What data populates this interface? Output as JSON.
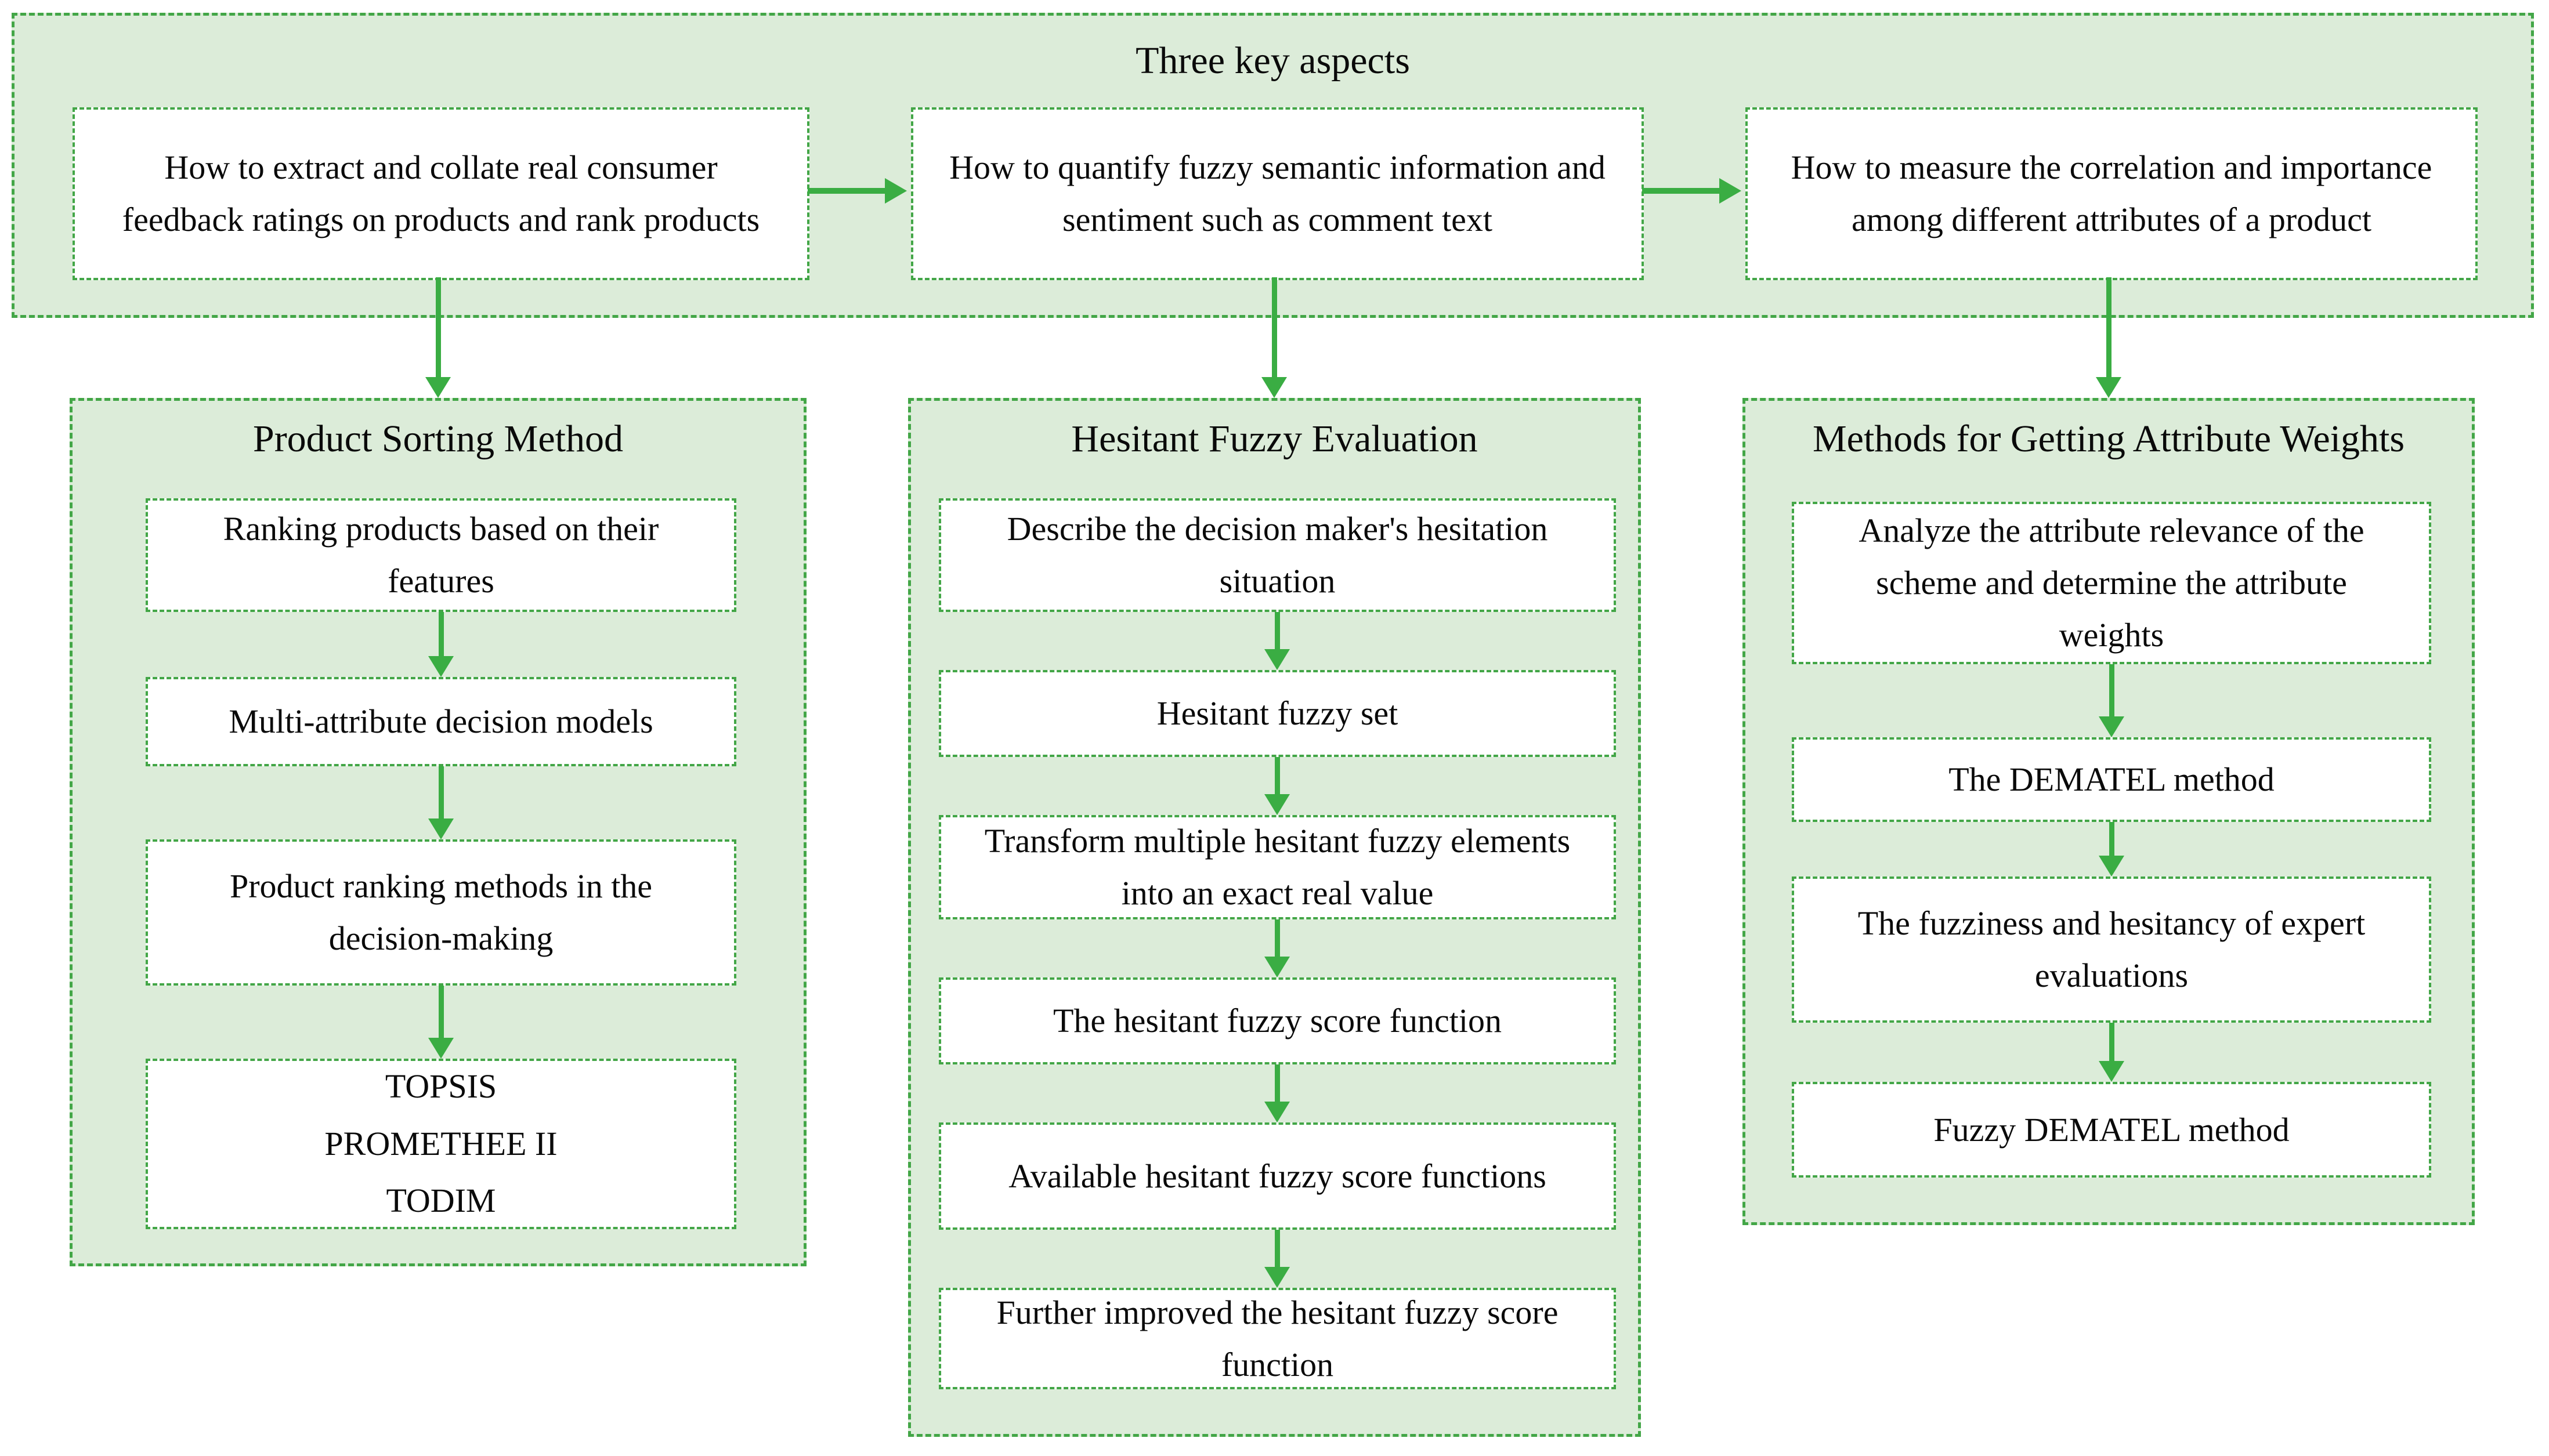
{
  "banner": {
    "title": "Three key aspects",
    "boxes": [
      {
        "text": "How to extract and collate real consumer feedback ratings on products and rank products"
      },
      {
        "text": "How to quantify fuzzy semantic information and sentiment such as comment text"
      },
      {
        "text": "How to measure the correlation and importance among different attributes of a product"
      }
    ]
  },
  "columns": [
    {
      "header": "Product Sorting Method",
      "boxes": [
        "Ranking products based on their features",
        "Multi-attribute decision models",
        "Product ranking methods in the decision-making",
        [
          "TOPSIS",
          "PROMETHEE II",
          "TODIM"
        ]
      ]
    },
    {
      "header": "Hesitant Fuzzy Evaluation",
      "boxes": [
        "Describe the decision maker's hesitation situation",
        "Hesitant fuzzy set",
        "Transform multiple hesitant fuzzy elements into an exact real value",
        "The hesitant fuzzy score function",
        "Available hesitant fuzzy score functions",
        "Further improved the hesitant fuzzy score function"
      ]
    },
    {
      "header": "Methods for Getting Attribute Weights",
      "boxes": [
        "Analyze the attribute relevance of the scheme and determine the attribute weights",
        "The DEMATEL method",
        "The fuzziness and hesitancy of expert evaluations",
        "Fuzzy DEMATEL method"
      ]
    }
  ],
  "colors": {
    "background": "#ffffff",
    "panel_bg": "#dcecd9",
    "border": "#43a647",
    "arrow": "#3aad43",
    "text": "#0a0a0a"
  }
}
